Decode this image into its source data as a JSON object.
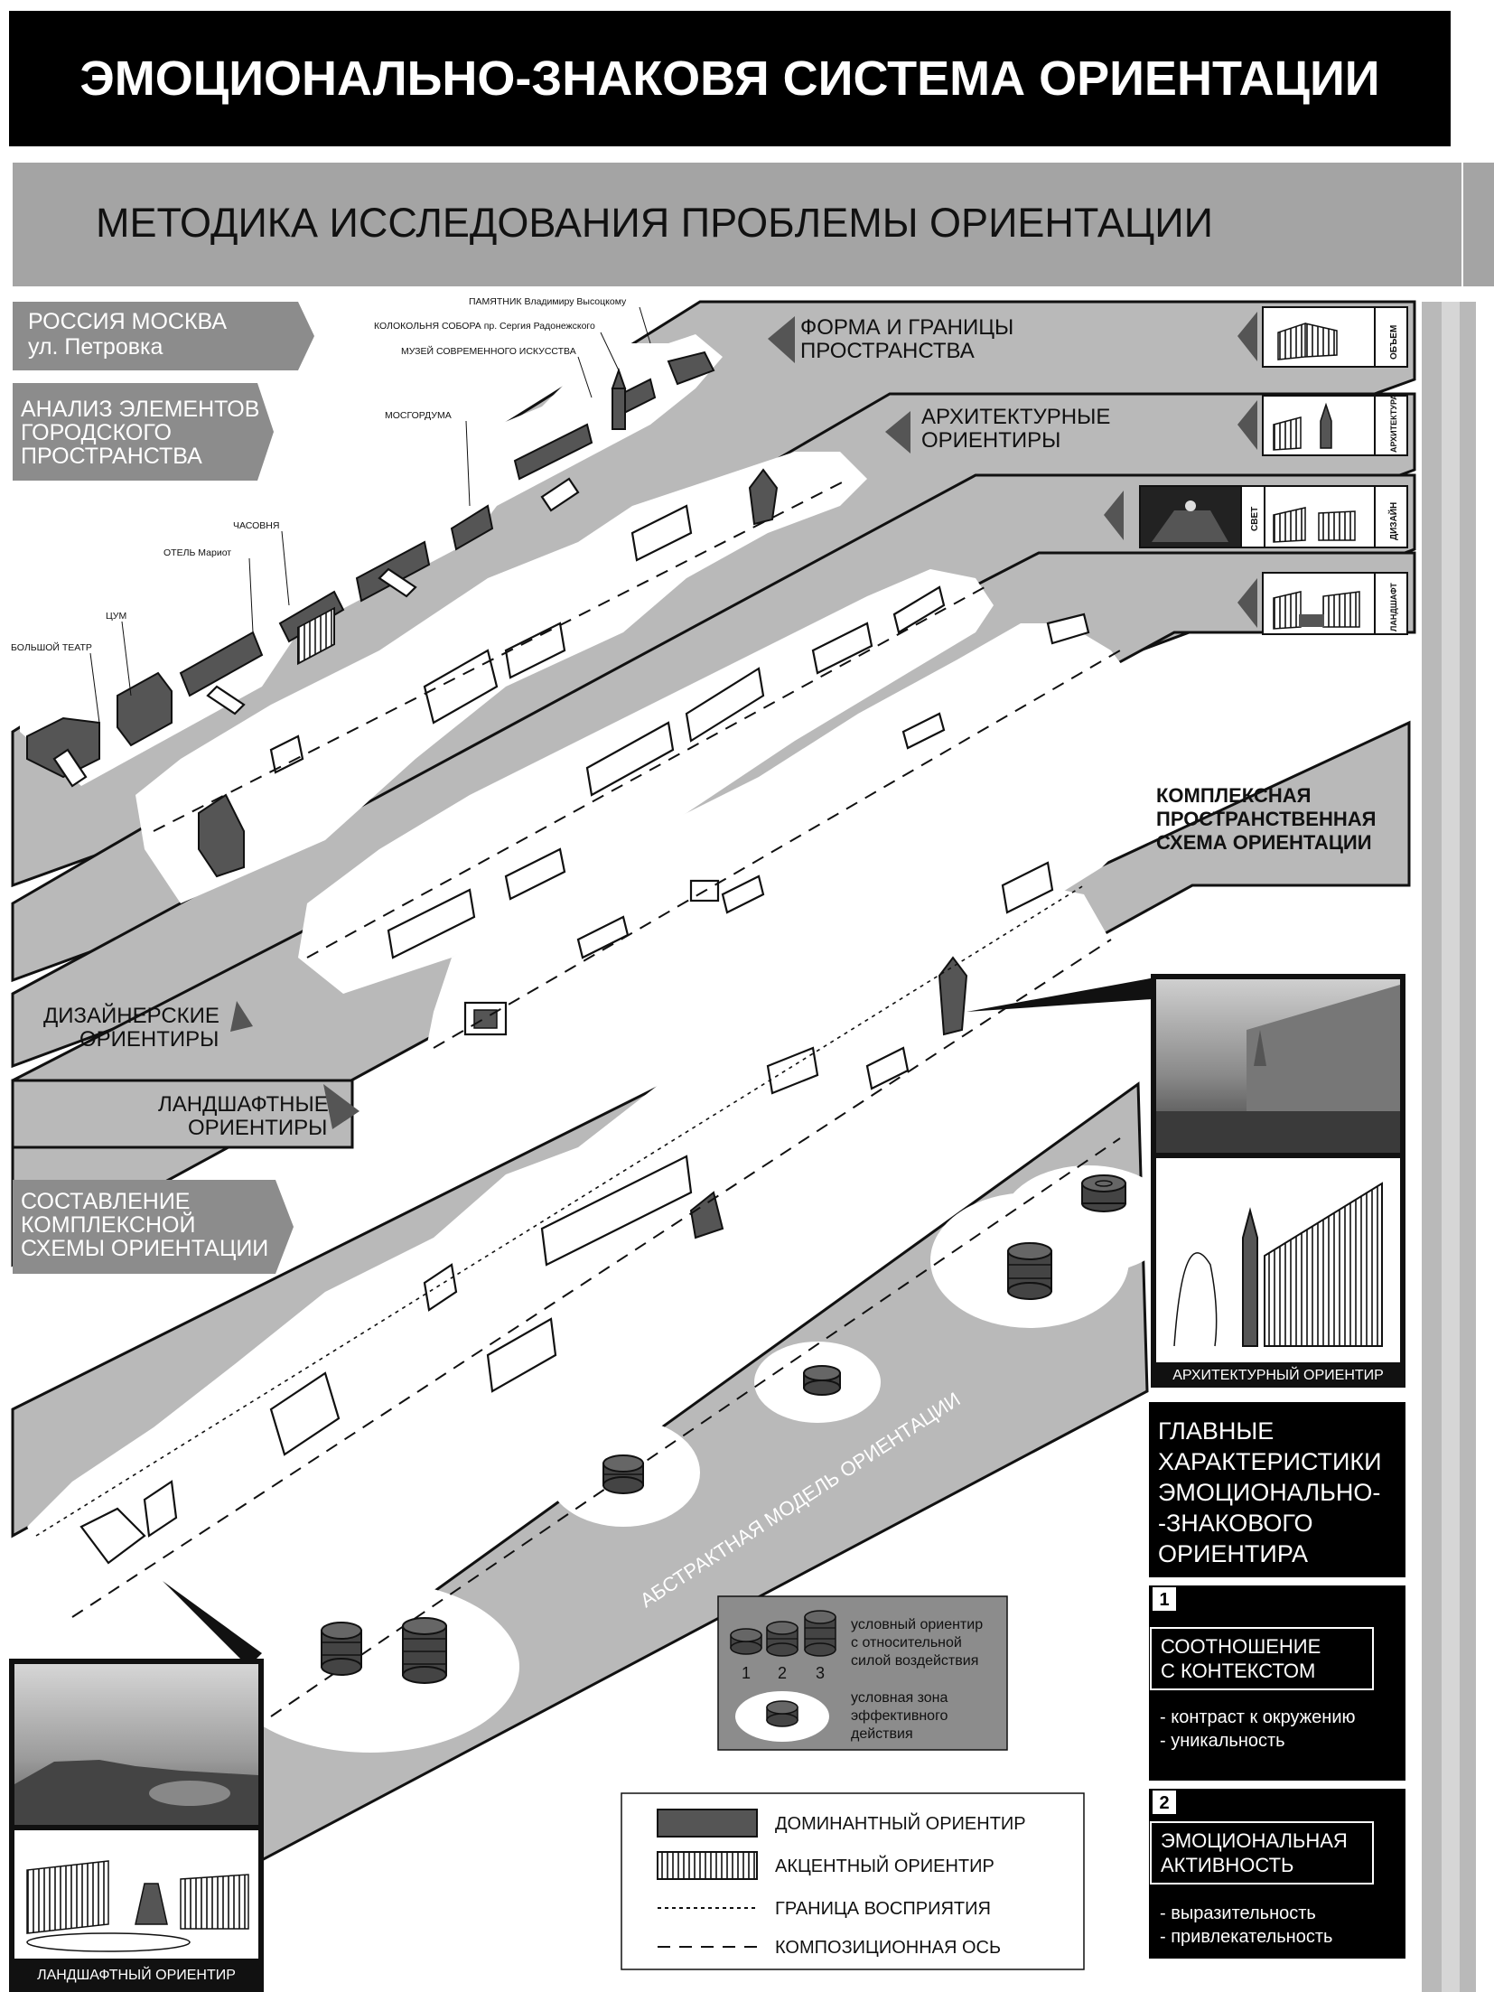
{
  "header": {
    "title": "ЭМОЦИОНАЛЬНО-ЗНАКОВЯ СИСТЕМА ОРИЕНТАЦИИ",
    "subtitle": "МЕТОДИКА ИССЛЕДОВАНИЯ ПРОБЛЕМЫ ОРИЕНТАЦИИ"
  },
  "left_labels": {
    "location_line1": "РОССИЯ   МОСКВА",
    "location_line2": "ул. Петровка",
    "analysis_line1": "АНАЛИЗ ЭЛЕМЕНТОВ",
    "analysis_line2": "ГОРОДСКОГО",
    "analysis_line3": "ПРОСТРАНСТВА",
    "design_line1": "ДИЗАЙНЕРСКИЕ",
    "design_line2": "ОРИЕНТИРЫ",
    "landscape_line1": "ЛАНДШАФТНЫЕ",
    "landscape_line2": "ОРИЕНТИРЫ",
    "compose_line1": "СОСТАВЛЕНИЕ",
    "compose_line2": "КОМПЛЕКСНОЙ",
    "compose_line3": "СХЕМЫ ОРИЕНТАЦИИ"
  },
  "band_labels": {
    "form_line1": "ФОРМА И ГРАНИЦЫ",
    "form_line2": "ПРОСТРАНСТВА",
    "arch_line1": "АРХИТЕКТУРНЫЕ",
    "arch_line2": "ОРИЕНТИРЫ",
    "complex_line1": "КОМПЛЕКСНАЯ",
    "complex_line2": "ПРОСТРАНСТВЕННАЯ",
    "complex_line3": "СХЕМА ОРИЕНТАЦИИ",
    "abstract_model": "АБСТРАКТНАЯ МОДЕЛЬ ОРИЕНТАЦИИ"
  },
  "map_labels": {
    "monument": "ПАМЯТНИК  Владимиру Высоцкому",
    "bell_tower": "КОЛОКОЛЬНЯ СОБОРА пр. Сергия Радонежского",
    "museum": "МУЗЕЙ СОВРЕМЕННОГО ИСКУССТВА",
    "mosgorduma": "МОСГОРДУМА",
    "chapel": "ЧАСОВНЯ",
    "hotel": "ОТЕЛЬ Мариот",
    "tsum": "ЦУМ",
    "bolshoi": "БОЛЬШОЙ ТЕАТР"
  },
  "thumbnails": {
    "volume": "ОБЪЕМ",
    "architecture": "АРХИТЕКТУРА",
    "light": "СВЕТ",
    "design": "ДИЗАЙН",
    "landscape": "ЛАНДШАФТ"
  },
  "right_panel": {
    "arch_landmark_caption": "АРХИТЕКТУРНЫЙ ОРИЕНТИР",
    "main_title_line1": "ГЛАВНЫЕ",
    "main_title_line2": "ХАРАКТЕРИСТИКИ",
    "main_title_line3": "ЭМОЦИОНАЛЬНО-",
    "main_title_line4": "-ЗНАКОВОГО",
    "main_title_line5": "ОРИЕНТИРА",
    "item1_number": "1",
    "item1_title_line1": "СООТНОШЕНИЕ",
    "item1_title_line2": "С КОНТЕКСТОМ",
    "item1_point1": "- контраст к окружению",
    "item1_point2": "- уникальность",
    "item2_number": "2",
    "item2_title_line1": "ЭМОЦИОНАЛЬНАЯ",
    "item2_title_line2": "АКТИВНОСТЬ",
    "item2_point1": "- выразительность",
    "item2_point2": "- привлекательность"
  },
  "landscape_caption": "ЛАНДШАФТНЫЙ ОРИЕНТИР",
  "strength_legend": {
    "text_line1": "условный ориентир",
    "text_line2": "с относительной",
    "text_line3": "силой воздействия",
    "n1": "1",
    "n2": "2",
    "n3": "3",
    "zone_line1": "условная зона",
    "zone_line2": "эффективного",
    "zone_line3": "действия"
  },
  "legend": {
    "dominant": "ДОМИНАНТНЫЙ ОРИЕНТИР",
    "accent": "АКЦЕНТНЫЙ ОРИЕНТИР",
    "perception_boundary": "ГРАНИЦА ВОСПРИЯТИЯ",
    "composition_axis": "КОМПОЗИЦИОННАЯ ОСЬ"
  },
  "colors": {
    "band_gray": "#b9b9b9",
    "dark": "#111111",
    "mid_gray": "#8c8c8c",
    "dominant": "#555555"
  }
}
